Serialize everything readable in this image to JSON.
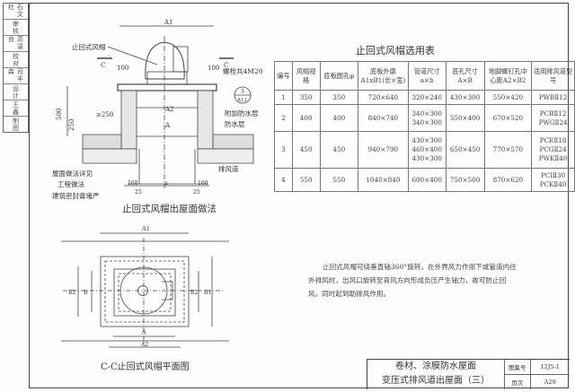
{
  "sidebar": [
    "石文杜",
    "审核",
    "高温良",
    "校对",
    "司丰森",
    "设计",
    "王鑫",
    "制图"
  ],
  "section": {
    "title": "止回式风帽出屋面做法",
    "labels": {
      "cap": "止回式风帽",
      "bolts": "螺栓共4M20",
      "extra_waterproof": "附加防水层",
      "waterproof": "防水层",
      "duct": "排风道",
      "roof": "屋面做法详见",
      "roof2": "工程做法",
      "seal": "建筑密封膏堵严",
      "c": "C",
      "a1": "A1",
      "a2": "A2",
      "a": "A",
      "d100": "100",
      "h500": "500",
      "h250": "250",
      "ge250": "≥250",
      "d160": "160",
      "d25": "25",
      "da": "a",
      "detail_top": "3",
      "detail_bottom": "A11"
    }
  },
  "plan": {
    "title": "C-C止回式风帽平面图",
    "labels": {
      "a1": "A1",
      "a2": "A2",
      "a": "A",
      "b1": "B1",
      "b2": "B2",
      "b": "B"
    }
  },
  "table": {
    "title": "止回式风帽选用表",
    "headers": [
      "编号",
      "风帽规格",
      "底板圆孔φ",
      "底板外廓A1xB1(长×宽)",
      "管道尺寸a×b",
      "底孔尺寸A×B",
      "地脚螺钉孔中心距A2×B2",
      "适用排风道型号"
    ],
    "rows": [
      [
        "1",
        "350",
        "350",
        "720×640",
        "320×240",
        "430×300",
        "550×420",
        "PWBⅡ12"
      ],
      [
        "2",
        "400",
        "400",
        "840×740",
        "340×300\n340×300",
        "550×400",
        "670×520",
        "PCBⅡ12\nPWGⅡ24"
      ],
      [
        "3",
        "450",
        "450",
        "940×790",
        "430×300\n460×400\n430×300",
        "650×450",
        "770×570",
        "PCEⅡ18\nPCGⅡ24\nPWKⅡ40"
      ],
      [
        "4",
        "550",
        "550",
        "1040×840",
        "600×400",
        "750×500",
        "870×620",
        "PCIⅡ30\nPCKⅡ40"
      ]
    ]
  },
  "description": "止回式风帽可绕垂直轴360°旋转，在外界风力作用下或管道内往外排风时，出风口旋转至背风方向形成负压产生轴力，故可防止回风，同时起到助排风作用。",
  "titleblock": {
    "line1": "卷材、涂膜防水屋面",
    "line2": "变压式排风道出屋面（三）",
    "atlas_label": "图集号",
    "atlas_no": "12J5-1",
    "page_label": "页次",
    "page_no": "A29"
  }
}
